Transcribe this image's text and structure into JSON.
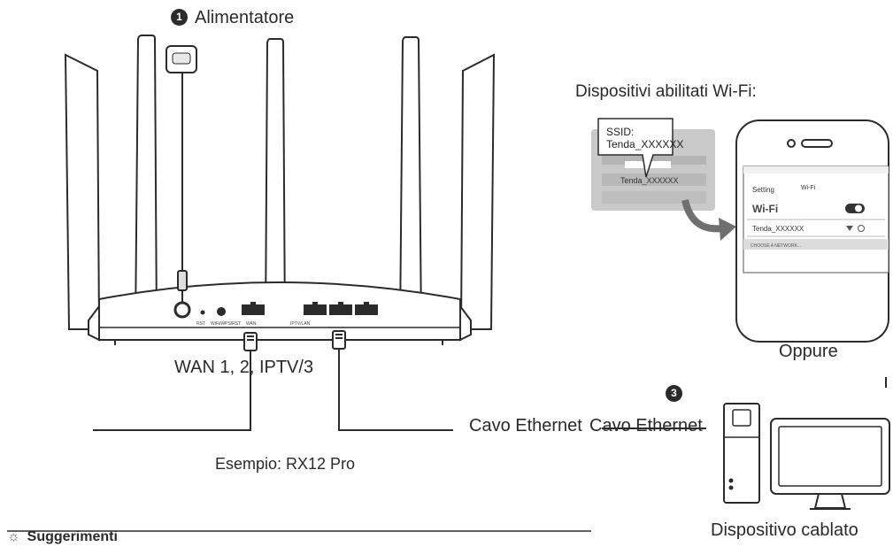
{
  "labels": {
    "power_adapter": "Alimentatore",
    "wifi_devices": "Dispositivi abilitati Wi-Fi:",
    "or": "Oppure",
    "wan_ports": "WAN 1, 2, IPTV/3",
    "ethernet_cable_a": "Cavo Ethernet",
    "ethernet_cable_b": "Cavo Ethernet",
    "example": "Esempio: RX12 Pro",
    "wired_device": "Dispositivo cablato",
    "tips": "Suggerimenti"
  },
  "steps": {
    "power": "1",
    "wired": "3"
  },
  "router_ports": {
    "rst": "RST",
    "wps": "WiFi/WPS/RST",
    "wan": "WAN",
    "iptv": "IPTV/LAN"
  },
  "callout": {
    "ssid_label": "SSID:",
    "ssid_value": "Tenda_XXXXXX"
  },
  "label_card": {
    "ssid_row": "Tenda_XXXXXX"
  },
  "phone": {
    "back": "Setting",
    "title": "Wi-Fi",
    "wifi_label": "Wi-Fi",
    "network": "Tenda_XXXXXX",
    "choose": "CHOOSE A NETWORK..."
  },
  "colors": {
    "line": "#2b2b2b",
    "gray_card": "#c9c9c9",
    "arrow": "#6f6f6f"
  }
}
